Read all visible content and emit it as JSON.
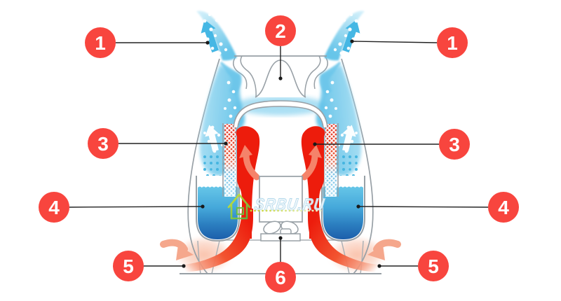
{
  "diagram": {
    "watermark": {
      "text": "SRBU.RU"
    },
    "callouts": [
      {
        "number": "1",
        "side": "left",
        "points_to": "mist-plume-left"
      },
      {
        "number": "1",
        "side": "right",
        "points_to": "mist-plume-right"
      },
      {
        "number": "2",
        "side": "center",
        "points_to": "top-cover-dome"
      },
      {
        "number": "3",
        "side": "left",
        "points_to": "wick-column-left"
      },
      {
        "number": "3",
        "side": "right",
        "points_to": "heat-duct-right"
      },
      {
        "number": "4",
        "side": "left",
        "points_to": "water-tank-left"
      },
      {
        "number": "4",
        "side": "right",
        "points_to": "water-tank-right"
      },
      {
        "number": "5",
        "side": "left",
        "points_to": "air-intake-left"
      },
      {
        "number": "5",
        "side": "right",
        "points_to": "air-intake-right"
      },
      {
        "number": "6",
        "side": "center",
        "points_to": "fan"
      }
    ],
    "colors": {
      "accent_red": "#F8453E",
      "heat_red": "#ED1C0C",
      "mist_blue": "#5FC2E8",
      "water_blue": "#2B7EC0",
      "intake_orange": "#F5A78C",
      "outline_gray": "#98A0A6",
      "watermark_yellow": "#E3E72A",
      "watermark_green": "#4DB848",
      "callout_line": "#222222"
    }
  }
}
